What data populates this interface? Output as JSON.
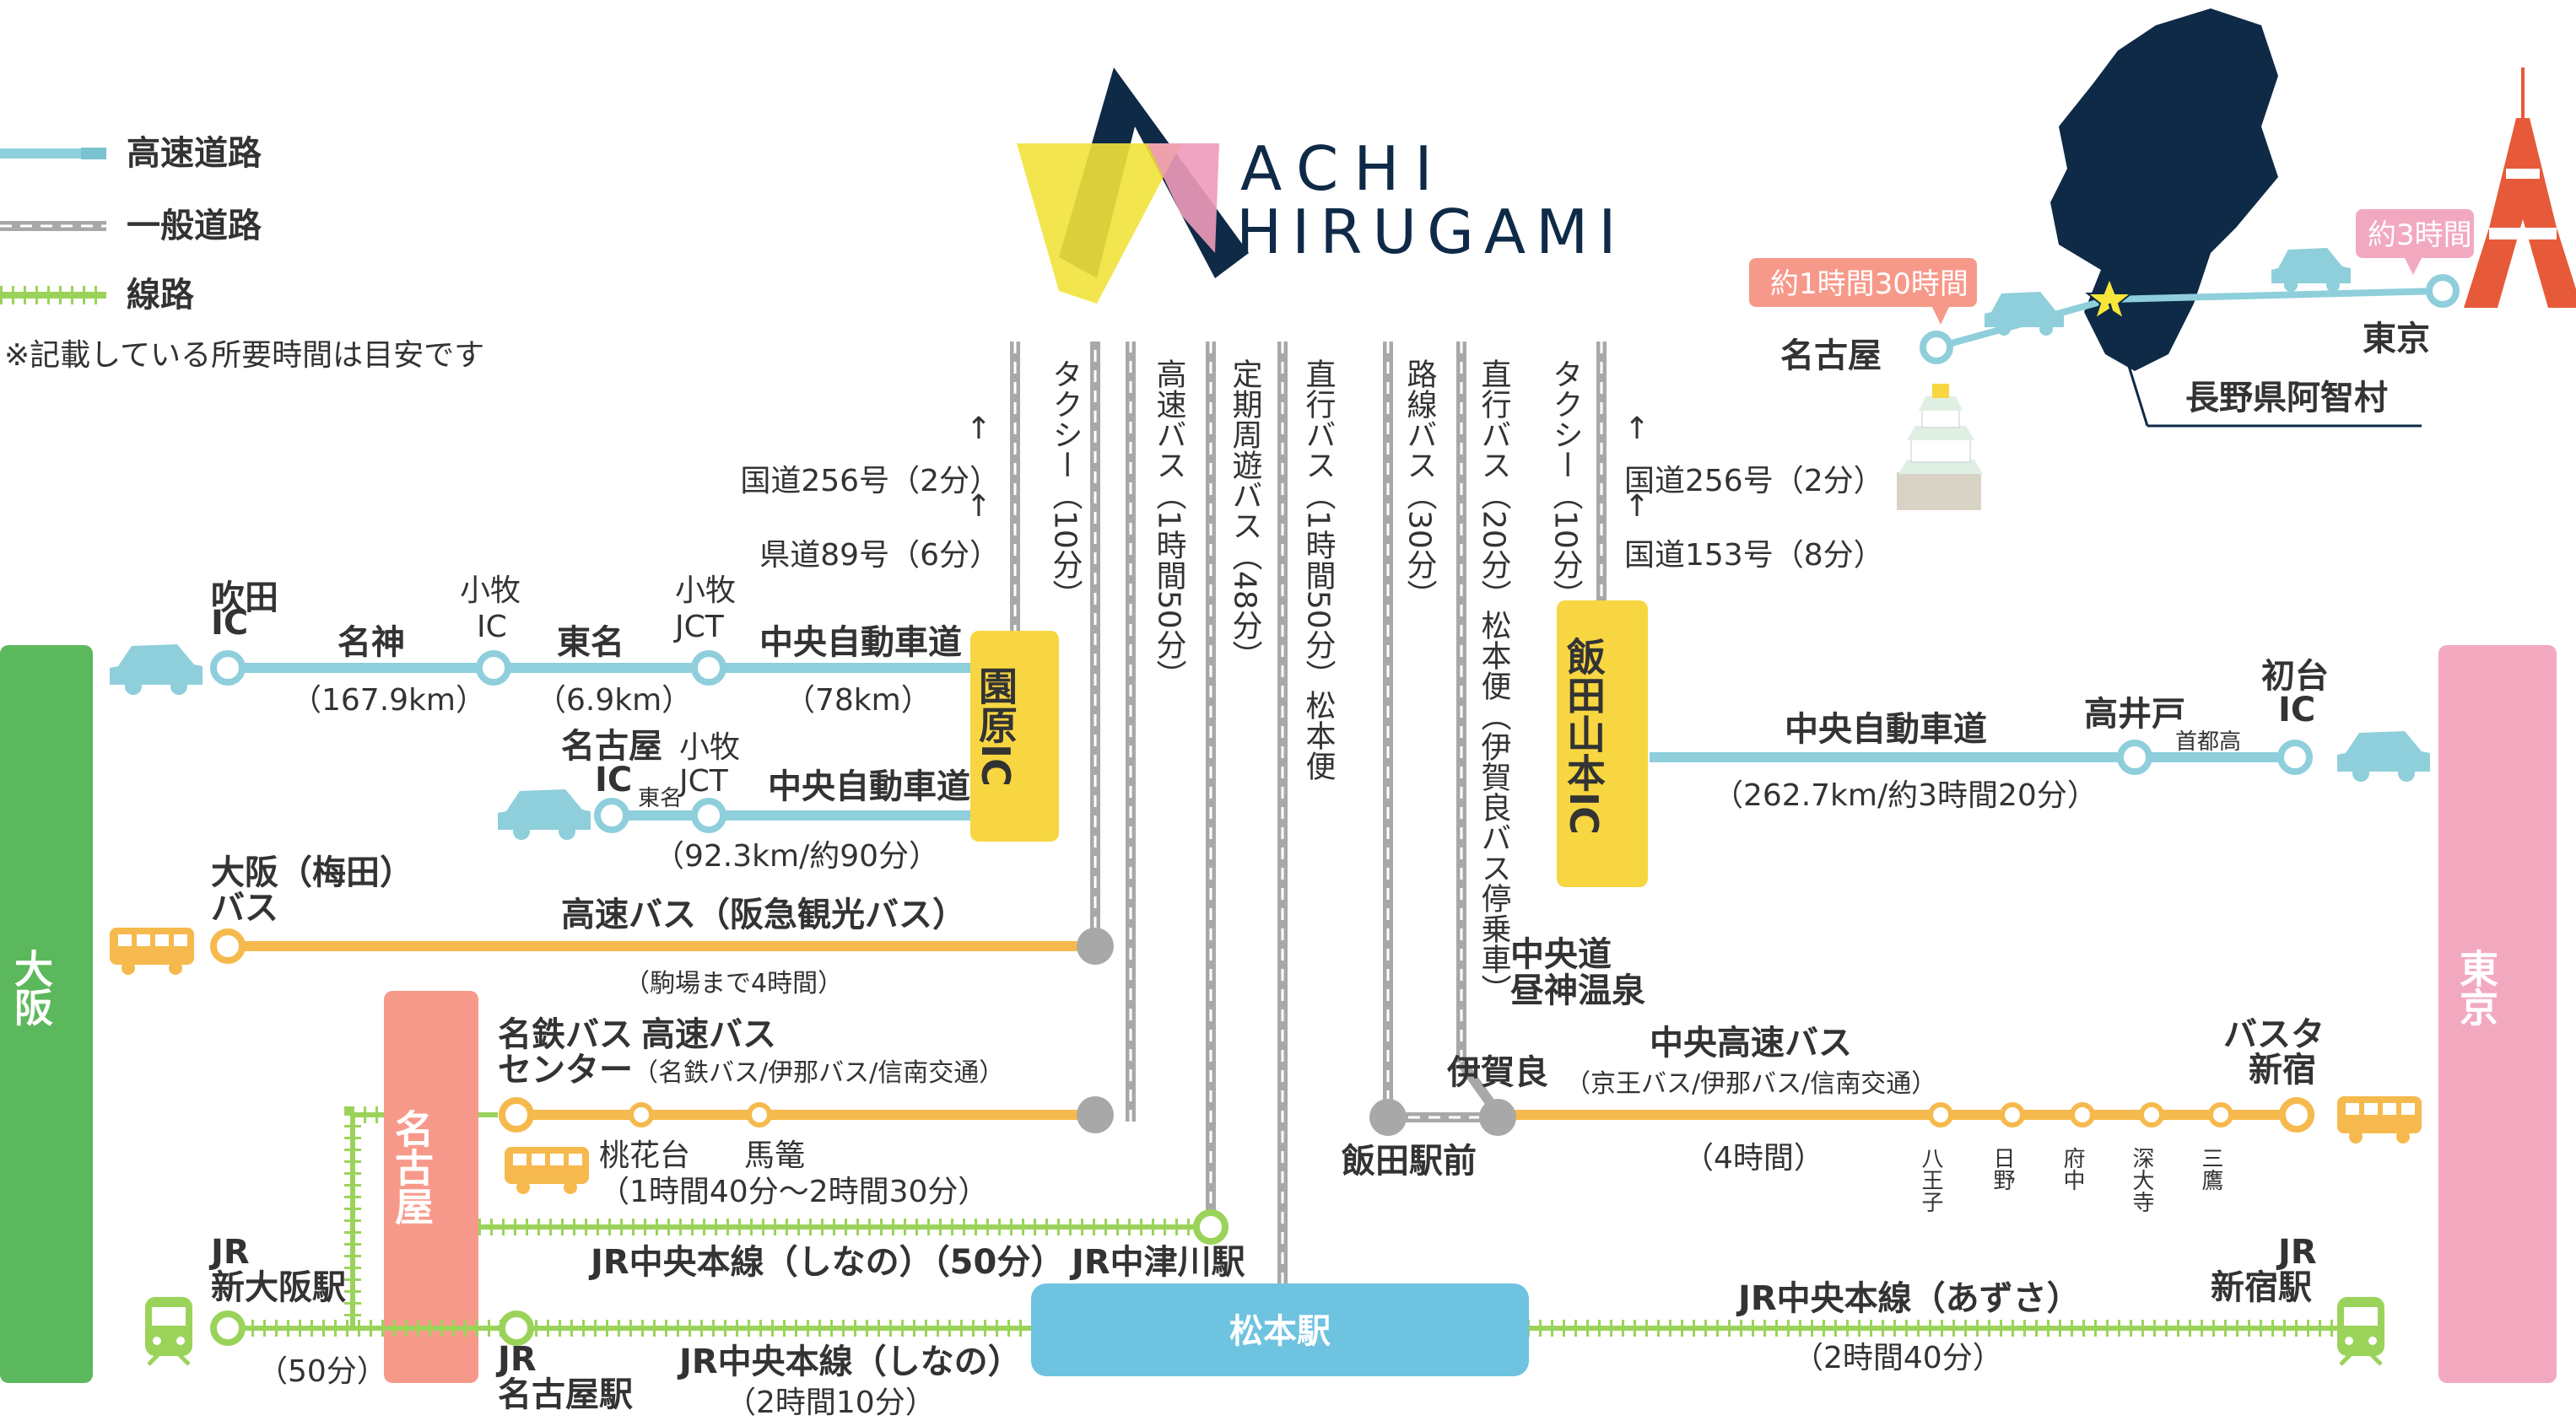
{
  "legend": {
    "expressway": "高速道路",
    "general_road": "一般道路",
    "railway": "線路",
    "note": "※記載している所要時間は目安です"
  },
  "logo": {
    "line1": "ACHI",
    "line2": "HIRUGAMI"
  },
  "inset_map": {
    "nagoya": "名古屋",
    "tokyo": "東京",
    "achi": "長野県阿智村",
    "time_nagoya": "約1時間30時間",
    "time_tokyo": "約3時間"
  },
  "sides": {
    "osaka": "大阪",
    "tokyo": "東京",
    "nagoya": "名古屋"
  },
  "routes": {
    "suita_ic": "吹田\nIC",
    "meishin": "名神",
    "meishin_dist": "（167.9km）",
    "komaki_ic": "小牧\nIC",
    "tomei": "東名",
    "tomei_dist": "（6.9km）",
    "komaki_jct": "小牧\nJCT",
    "chuo_expy_1": "中央自動車道",
    "chuo_expy_1_dist": "（78km）",
    "nagoya_ic": "名古屋\nIC",
    "tomei_small": "東名",
    "komaki_jct_2": "小牧\nJCT",
    "chuo_expy_2": "中央自動車道",
    "chuo_expy_2_dist": "（92.3km/約90分）",
    "sonohara_ic": "園原IC",
    "iida_yamamoto_ic": "飯田山本IC",
    "chuo_expy_tokyo": "中央自動車道",
    "chuo_expy_tokyo_dist": "（262.7km/約3時間20分）",
    "takaido": "高井戸",
    "shutoko": "首都高",
    "hatsudai_ic": "初台\nIC",
    "r256_left": "国道256号（2分）",
    "k89": "県道89号（6分）",
    "r256_right": "国道256号（2分）",
    "r153": "国道153号（8分）",
    "osaka_umeda_bus": "大阪（梅田）\nバス",
    "kosoku_bus_hankyu": "高速バス（阪急観光バス）",
    "komaba_4h": "（駒場まで4時間）",
    "meitetsu_bus_center": "名鉄バス\nセンター",
    "kosoku_bus_label": "高速バス",
    "kosoku_bus_ops": "（名鉄バス/伊那バス/信南交通）",
    "tokadai": "桃花台",
    "magome": "馬篭",
    "nagoya_bus_time": "（1時間40分〜2時間30分）",
    "chuo_hirugami": "中央道\n昼神温泉",
    "igara": "伊賀良",
    "iida_station": "飯田駅前",
    "chuo_kosoku_bus": "中央高速バス",
    "chuo_kosoku_bus_ops": "（京王バス/伊那バス/信南交通）",
    "four_hours": "（4時間）",
    "busta_shinjuku": "バスタ\n新宿",
    "stops": [
      "八王子",
      "日野",
      "府中",
      "深大寺",
      "三鷹"
    ],
    "jr_shin_osaka": "JR\n新大阪駅",
    "fifty_min": "（50分）",
    "jr_chuo_shinano_1": "JR中央本線（しなの）（50分）",
    "jr_nakatsugawa": "JR中津川駅",
    "matsumoto": "松本駅",
    "jr_nagoya": "JR\n名古屋駅",
    "jr_chuo_shinano_2": "JR中央本線（しなの）",
    "jr_chuo_shinano_2_time": "（2時間10分）",
    "jr_chuo_azusa": "JR中央本線（あずさ）",
    "jr_chuo_azusa_time": "（2時間40分）",
    "jr_shinjuku": "JR\n新宿駅"
  },
  "verticals": {
    "taxi_left": "タクシー（10分）",
    "kosoku_bus": "高速バス（1時間50分）",
    "teiki_bus": "定期周遊バス（48分）",
    "chokko_bus": "直行バス（1時間50分）松本便",
    "rosen_bus": "路線バス（30分）",
    "chokko_bus_2": "直行バス（20分）松本便（伊賀良バス停乗車）",
    "taxi_right": "タクシー（10分）"
  },
  "colors": {
    "expressway": "#8ecfdb",
    "road": "#a8a8a8",
    "rail": "#9bd35a",
    "bus": "#f6b94d",
    "ic_box": "#f7d642",
    "osaka": "#5cb85c",
    "tokyo": "#f2a9bf",
    "nagoya": "#f7998a",
    "matsumoto": "#6ec3e0",
    "nagano": "#0e2a47"
  }
}
